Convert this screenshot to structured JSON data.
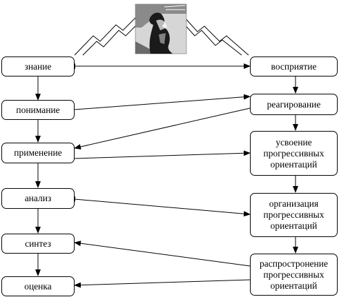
{
  "left_column": [
    {
      "id": "znanie",
      "label": "знание"
    },
    {
      "id": "ponimanie",
      "label": "понимание"
    },
    {
      "id": "primenenie",
      "label": "применение"
    },
    {
      "id": "analiz",
      "label": "анализ"
    },
    {
      "id": "sintez",
      "label": "синтез"
    },
    {
      "id": "ocenka",
      "label": "оценка"
    }
  ],
  "right_column": [
    {
      "id": "vospriyatie",
      "label": "восприятие"
    },
    {
      "id": "reagirovanie",
      "label": "реагирование"
    },
    {
      "id": "usvoenie",
      "label": "усвоение\nпрогрессивных\nориентаций"
    },
    {
      "id": "organizaciya",
      "label": "организация\nпрогрессивных\nориентаций"
    },
    {
      "id": "rasprostranenie",
      "label": "распростронение\nпрогрессивных\nориентаций"
    }
  ],
  "illustration": {
    "icon": "thinking-person-with-lightning-icon"
  }
}
